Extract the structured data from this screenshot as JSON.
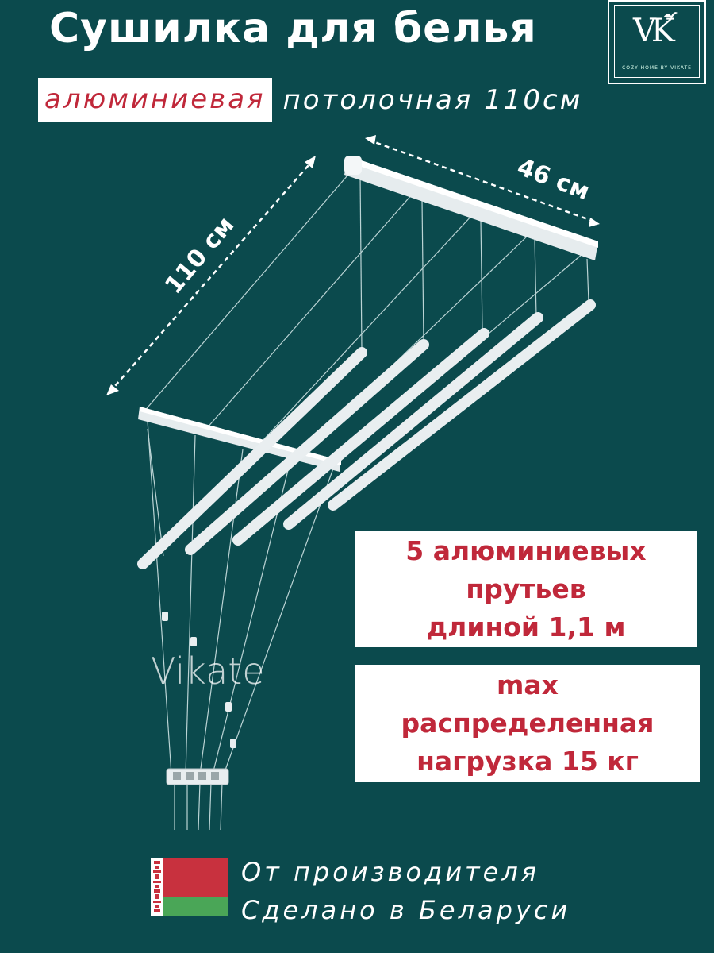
{
  "header": {
    "title": "Сушилка для белья",
    "subtitle_highlight": "алюминиевая",
    "subtitle_rest": "потолочная 110см"
  },
  "logo": {
    "mark": "VK",
    "tagline": "COZY HOME BY VIKATE"
  },
  "dimensions": {
    "length_label": "110 см",
    "width_label": "46 см"
  },
  "features": {
    "rods": [
      "5 алюминиевых",
      "прутьев",
      "длиной 1,1 м"
    ],
    "load": [
      "max",
      "распределенная",
      "нагрузка 15 кг"
    ]
  },
  "watermark": "Vikate",
  "origin": {
    "line1": "От производителя",
    "line2": "Сделано в Беларуси",
    "flag_icon": "belarus-flag-icon"
  },
  "colors": {
    "background": "#0b4a4d",
    "accent_red": "#c0283a",
    "text": "#ffffff"
  }
}
